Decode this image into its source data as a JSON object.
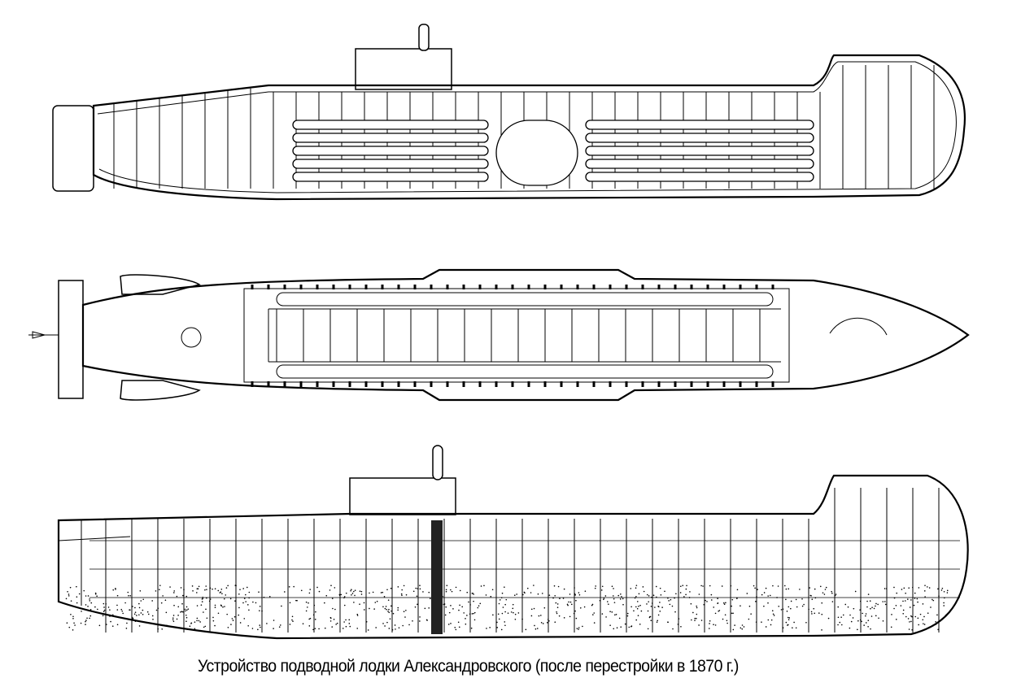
{
  "caption": "Устройство подводной лодки Александровского (после перестройки в 1870 г.)",
  "views": [
    "side-section",
    "plan-section",
    "exterior-side"
  ]
}
